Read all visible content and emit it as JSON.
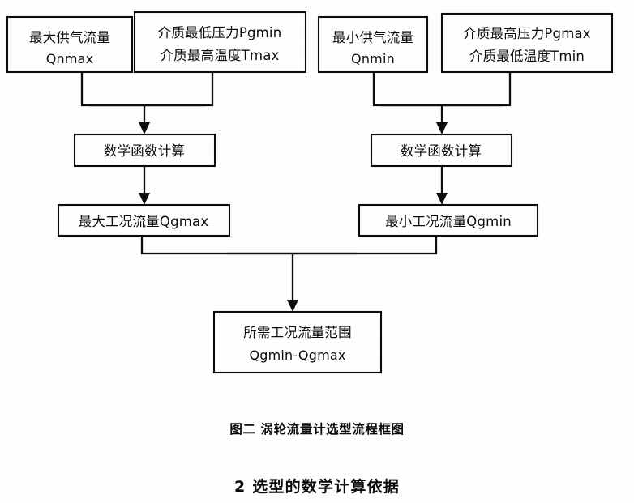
{
  "figure": {
    "caption": "图二  涡轮流量计选型流程框图",
    "section_heading": "2  选型的数学计算依据"
  },
  "colors": {
    "page_background": "#fefefe",
    "stroke": "#0d0d0d",
    "box_fill": "#ffffff",
    "text": "#0b0b0b"
  },
  "diagram": {
    "type": "flowchart",
    "title": "涡轮流量计选型流程框图",
    "nodes": [
      {
        "id": "qnmax",
        "role": "input",
        "lines": [
          "最大供气流量",
          "Qnmax"
        ],
        "line1": "最大供气流量",
        "line2": "Qnmax"
      },
      {
        "id": "pgmin-tmax",
        "role": "input",
        "lines": [
          "介质最低压力Pgmin",
          "介质最高温度Tmax"
        ],
        "line1": "介质最低压力Pgmin",
        "line2": "介质最高温度Tmax"
      },
      {
        "id": "qnmin",
        "role": "input",
        "lines": [
          "最小供气流量",
          "Qnmin"
        ],
        "line1": "最小供气流量",
        "line2": "Qnmin"
      },
      {
        "id": "pgmax-tmin",
        "role": "input",
        "lines": [
          "介质最高压力Pgmax",
          "介质最低温度Tmin"
        ],
        "line1": "介质最高压力Pgmax",
        "line2": "介质最低温度Tmin"
      },
      {
        "id": "calc-left",
        "role": "process",
        "lines": [
          "数学函数计算"
        ],
        "line1": "数学函数计算"
      },
      {
        "id": "calc-right",
        "role": "process",
        "lines": [
          "数学函数计算"
        ],
        "line1": "数学函数计算"
      },
      {
        "id": "qgmax",
        "role": "result",
        "lines": [
          "最大工况流量Qgmax"
        ],
        "line1": "最大工况流量Qgmax"
      },
      {
        "id": "qgmin",
        "role": "result",
        "lines": [
          "最小工况流量Qgmin"
        ],
        "line1": "最小工况流量Qgmin"
      },
      {
        "id": "range",
        "role": "output",
        "lines": [
          "所需工况流量范围",
          "Qgmin-Qgmax"
        ],
        "line1": "所需工况流量范围",
        "line2": "Qgmin-Qgmax"
      }
    ],
    "edges": [
      {
        "from": "qnmax",
        "to": "calc-left",
        "style": "elbow-merge"
      },
      {
        "from": "pgmin-tmax",
        "to": "calc-left",
        "style": "elbow-merge"
      },
      {
        "from": "qnmin",
        "to": "calc-right",
        "style": "elbow-merge"
      },
      {
        "from": "pgmax-tmin",
        "to": "calc-right",
        "style": "elbow-merge"
      },
      {
        "from": "calc-left",
        "to": "qgmax",
        "style": "straight-arrow"
      },
      {
        "from": "calc-right",
        "to": "qgmin",
        "style": "straight-arrow"
      },
      {
        "from": "qgmax",
        "to": "range",
        "style": "elbow-merge"
      },
      {
        "from": "qgmin",
        "to": "range",
        "style": "elbow-merge"
      }
    ]
  }
}
